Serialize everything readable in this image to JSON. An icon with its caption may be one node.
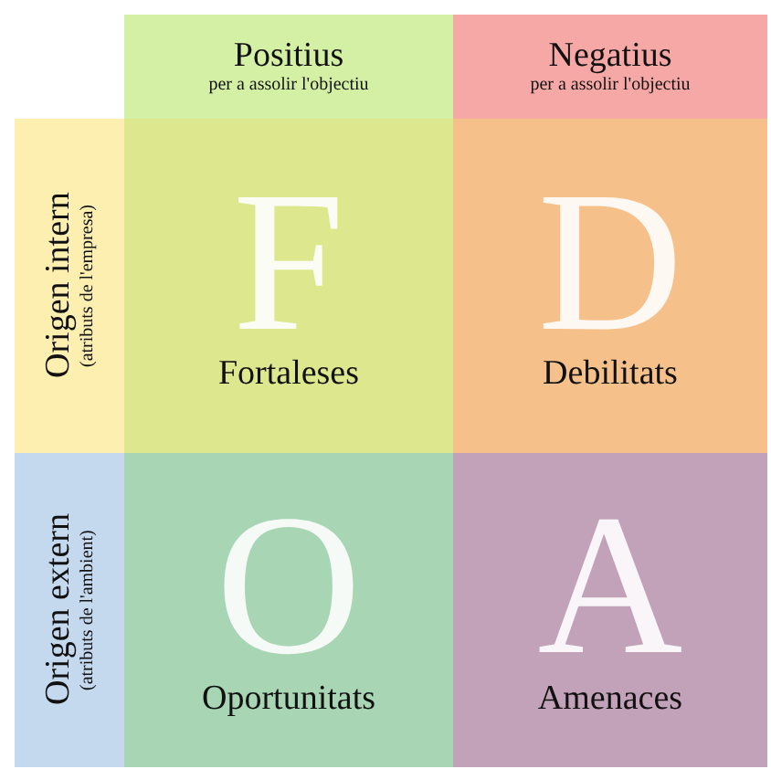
{
  "diagram": {
    "nodes": [
      {
        "text": [
          "Positius",
          "per a assolir l'objectiu"
        ]
      },
      {
        "text": [
          "Negatius",
          "per a assolir l'objectiu"
        ]
      },
      {
        "text": [
          "Origen intern",
          "(atributs de l'empresa)"
        ]
      },
      {
        "text": [
          "F",
          "Fortaleses"
        ]
      },
      {
        "text": [
          "D",
          "Debilitats"
        ]
      },
      {
        "text": [
          "Origen extern",
          "(atributs de l'ambient)"
        ]
      },
      {
        "text": [
          "O",
          "Oportunitats"
        ]
      },
      {
        "text": [
          "A",
          "Amenaces"
        ]
      }
    ]
  }
}
